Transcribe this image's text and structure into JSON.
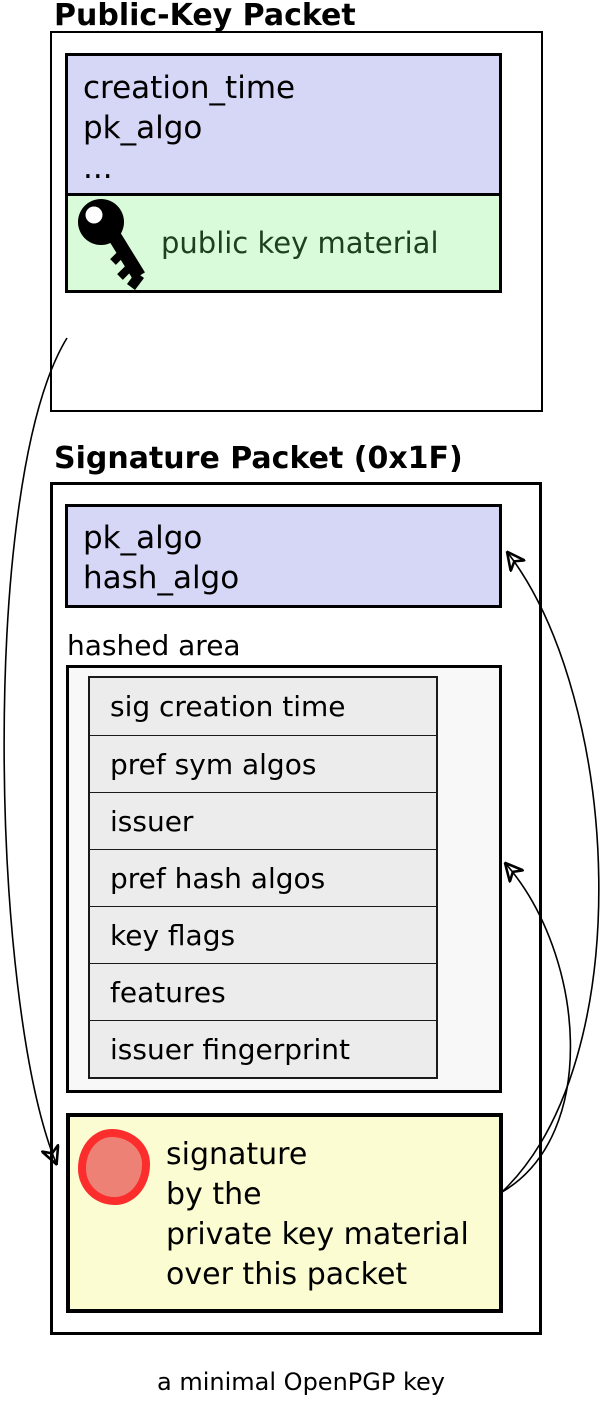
{
  "diagram": {
    "public_key_packet": {
      "title": "Public-Key Packet",
      "fields_box": {
        "lines": [
          "creation_time",
          "pk_algo",
          "..."
        ]
      },
      "material_box": {
        "icon": "key-icon",
        "label": "public key material"
      }
    },
    "signature_packet": {
      "title": "Signature Packet (0x1F)",
      "fields_box": {
        "lines": [
          "pk_algo",
          "hash_algo"
        ]
      },
      "hashed_area": {
        "label": "hashed area",
        "subpackets": [
          "sig creation time",
          "pref sym algos",
          "issuer",
          "pref hash algos",
          "key flags",
          "features",
          "issuer fingerprint"
        ]
      },
      "signature_box": {
        "icon": "seal-icon",
        "lines": [
          "signature",
          "by the",
          "private key material",
          "over this packet"
        ]
      }
    },
    "arrows": [
      "signature-covers-public-key-packet",
      "signature-covers-sig-fields",
      "signature-covers-hashed-area"
    ],
    "caption": "a minimal OpenPGP key",
    "colors": {
      "fields_fill": "#d6d6f7",
      "material_fill": "#d9fbd9",
      "material_text": "#1d401d",
      "hashed_fill": "#f8f8f8",
      "subpacket_row_fill": "#ececec",
      "signature_fill": "#fcfcd2",
      "seal_ring": "#fb2d2d",
      "seal_fill": "#ee8176",
      "line": "#000000"
    }
  }
}
